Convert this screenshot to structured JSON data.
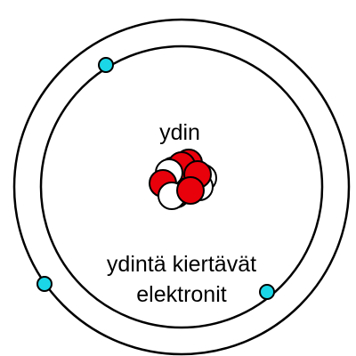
{
  "labels": {
    "nucleus": "ydin",
    "electrons_line1": "ydintä kiertävät",
    "electrons_line2": "elektronit"
  },
  "colors": {
    "orbit": "#000000",
    "electron": "#1ad6e6",
    "proton": "#e8000b",
    "neutron": "#ffffff",
    "particle_outline": "#000000"
  },
  "orbits": 2,
  "electrons": 3,
  "nucleus_particles": {
    "protons": 6,
    "neutrons": 6
  }
}
